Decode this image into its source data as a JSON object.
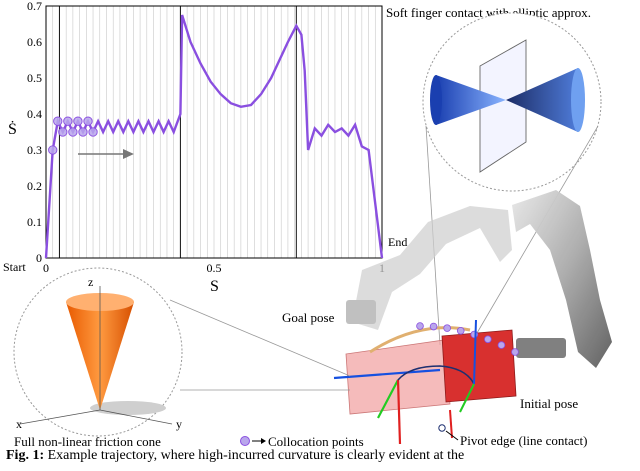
{
  "figure": {
    "label_start": "Start",
    "label_end": "End",
    "ylabel": "Ṡ",
    "xlabel": "S",
    "label_soft_finger": "Soft finger contact with elliptic approx.",
    "label_goal_pose": "Goal pose",
    "label_initial_pose": "Initial pose",
    "label_friction_cone": "Full non-linear friction cone",
    "label_collocation": "Collocation points",
    "label_pivot": "Pivot edge (line contact)",
    "axis_x": "x",
    "axis_y": "y",
    "axis_z": "z",
    "colors": {
      "curve": "#8a4fe0",
      "marker": "#b9a6ec",
      "cone": "#ff7a1a",
      "box_goal": "#f2a4a4",
      "box_initial": "#d8302f"
    }
  },
  "caption": {
    "label": "Fig. 1:",
    "text": "Example trajectory, where high-incurred curvature is clearly evident at the"
  },
  "chart_data": {
    "type": "line",
    "xlabel": "S",
    "ylabel": "Ṡ",
    "xlim": [
      0,
      1
    ],
    "ylim": [
      0,
      0.7
    ],
    "xticks": [
      {
        "v": 0,
        "t": "0"
      },
      {
        "v": 0.5,
        "t": "0.5"
      },
      {
        "v": 1,
        "t": "1"
      }
    ],
    "yticks": [
      {
        "v": 0,
        "t": "0"
      },
      {
        "v": 0.1,
        "t": "0.1"
      },
      {
        "v": 0.2,
        "t": "0.2"
      },
      {
        "v": 0.3,
        "t": "0.3"
      },
      {
        "v": 0.4,
        "t": "0.4"
      },
      {
        "v": 0.5,
        "t": "0.5"
      },
      {
        "v": 0.6,
        "t": "0.6"
      },
      {
        "v": 0.7,
        "t": "0.7"
      }
    ],
    "major_lines": [
      0.04,
      0.4,
      0.745
    ],
    "grid": "vertical",
    "grid_step": 0.02,
    "x": [
      0,
      0.02,
      0.035,
      0.05,
      0.065,
      0.08,
      0.095,
      0.11,
      0.125,
      0.14,
      0.155,
      0.17,
      0.185,
      0.2,
      0.215,
      0.23,
      0.245,
      0.26,
      0.275,
      0.29,
      0.305,
      0.32,
      0.335,
      0.35,
      0.365,
      0.38,
      0.4,
      0.405,
      0.43,
      0.46,
      0.49,
      0.52,
      0.55,
      0.58,
      0.61,
      0.64,
      0.67,
      0.7,
      0.72,
      0.745,
      0.76,
      0.77,
      0.78,
      0.8,
      0.82,
      0.84,
      0.86,
      0.88,
      0.9,
      0.92,
      0.94,
      0.96,
      0.98,
      1.0
    ],
    "y": [
      0,
      0.3,
      0.38,
      0.35,
      0.38,
      0.35,
      0.38,
      0.35,
      0.38,
      0.35,
      0.38,
      0.35,
      0.38,
      0.35,
      0.38,
      0.35,
      0.38,
      0.35,
      0.38,
      0.35,
      0.38,
      0.35,
      0.38,
      0.35,
      0.38,
      0.35,
      0.4,
      0.675,
      0.6,
      0.54,
      0.49,
      0.455,
      0.43,
      0.42,
      0.425,
      0.455,
      0.5,
      0.56,
      0.6,
      0.645,
      0.62,
      0.52,
      0.3,
      0.36,
      0.34,
      0.37,
      0.35,
      0.36,
      0.34,
      0.37,
      0.31,
      0.3,
      0.15,
      0.0
    ],
    "collocation_x": [
      0.02,
      0.035,
      0.05,
      0.065,
      0.08,
      0.095,
      0.11,
      0.125,
      0.14
    ]
  }
}
